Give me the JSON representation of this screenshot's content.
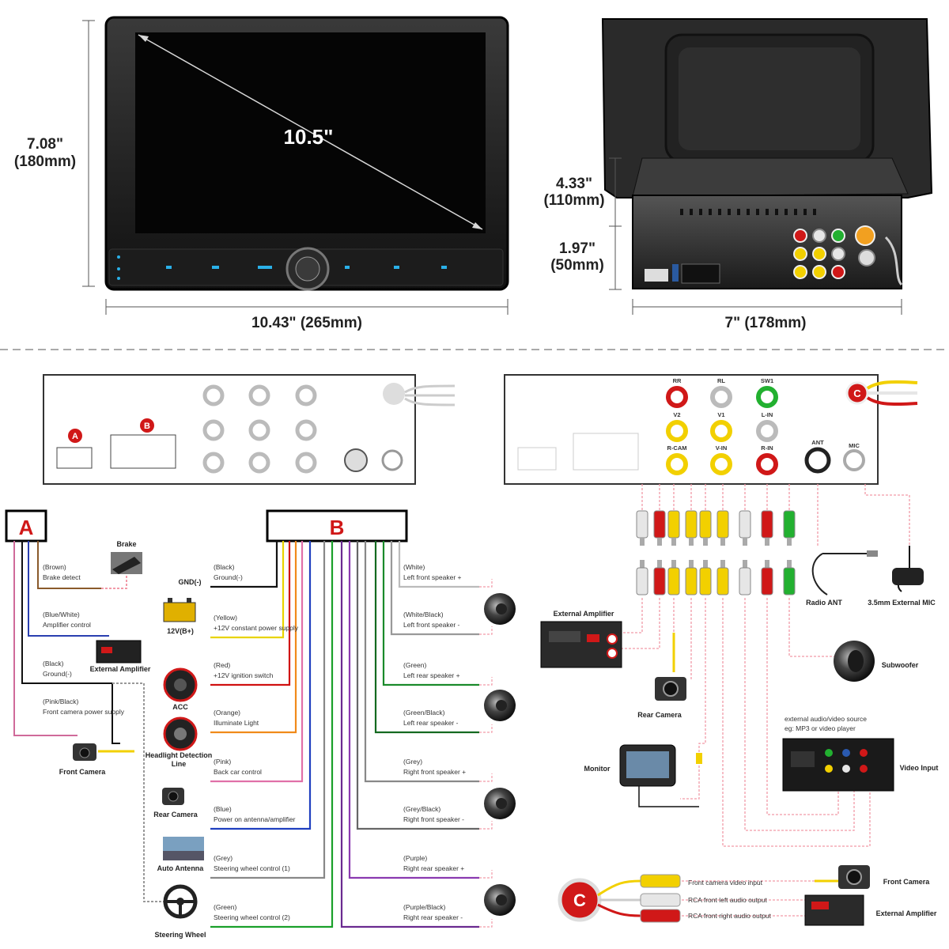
{
  "top": {
    "screen_size": "10.5\"",
    "front_height": "7.08\"",
    "front_height_mm": "(180mm)",
    "front_width": "10.43\" (265mm)",
    "side_total_height": "4.33\"",
    "side_total_height_mm": "(110mm)",
    "side_box_height": "1.97\"",
    "side_box_height_mm": "(50mm)",
    "side_width": "7\" (178mm)"
  },
  "connectors": {
    "a": "A",
    "b": "B",
    "c": "C"
  },
  "rear_ports": {
    "rr": "RR",
    "rl": "RL",
    "sw": "SW1",
    "v2": "V2",
    "v1": "V1",
    "lin": "L-IN",
    "rcam": "R-CAM",
    "vin": "V-IN",
    "rin": "R-IN",
    "ant": "ANT",
    "mic": "MIC"
  },
  "harness_a": [
    {
      "wire": "(Brown)",
      "desc": "Brake detect",
      "color": "#8a5a2b"
    },
    {
      "wire": "(Blue/White)",
      "desc": "Amplifier control",
      "color": "#2a3fb0"
    },
    {
      "wire": "(Black)",
      "desc": "Ground(-)",
      "color": "#111111"
    },
    {
      "wire": "(Pink/Black)",
      "desc": "Front camera power supply",
      "color": "#d06a9a"
    }
  ],
  "harness_a_devices": {
    "brake": "Brake",
    "ext_amp": "External Amplifier",
    "front_cam": "Front Camera"
  },
  "harness_b_left": [
    {
      "wire": "(Black)",
      "desc": "Ground(-)",
      "color": "#111111"
    },
    {
      "wire": "(Yellow)",
      "desc": "+12V constant power supply",
      "color": "#e8d400"
    },
    {
      "wire": "(Red)",
      "desc": "+12V ignition switch",
      "color": "#d01010"
    },
    {
      "wire": "(Orange)",
      "desc": "Illuminate Light",
      "color": "#f08a1a"
    },
    {
      "wire": "(Pink)",
      "desc": "Back car control",
      "color": "#e070a8"
    },
    {
      "wire": "(Blue)",
      "desc": "Power on antenna/amplifier",
      "color": "#1f3fbf"
    },
    {
      "wire": "(Grey)",
      "desc": "Steering wheel control (1)",
      "color": "#888888"
    },
    {
      "wire": "(Green)",
      "desc": "Steering wheel control (2)",
      "color": "#1aa02a"
    }
  ],
  "harness_b_left_devices": {
    "gnd": "GND(-)",
    "v12": "12V(B+)",
    "acc": "ACC",
    "headlight": "Headlight Detection Line",
    "rear_cam": "Rear Camera",
    "auto_ant": "Auto Antenna",
    "steering": "Steering Wheel"
  },
  "harness_b_right": [
    {
      "wire": "(White)",
      "desc": "Left front speaker +",
      "color": "#bbbbbb"
    },
    {
      "wire": "(White/Black)",
      "desc": "Left front speaker -",
      "color": "#999999"
    },
    {
      "wire": "(Green)",
      "desc": "Left rear speaker +",
      "color": "#1a8a2a"
    },
    {
      "wire": "(Green/Black)",
      "desc": "Left rear speaker -",
      "color": "#146a20"
    },
    {
      "wire": "(Grey)",
      "desc": "Right front speaker +",
      "color": "#888888"
    },
    {
      "wire": "(Grey/Black)",
      "desc": "Right front speaker -",
      "color": "#666666"
    },
    {
      "wire": "(Purple)",
      "desc": "Right rear speaker +",
      "color": "#8a3ab0"
    },
    {
      "wire": "(Purple/Black)",
      "desc": "Right rear speaker -",
      "color": "#6a2a90"
    }
  ],
  "rca": {
    "ext_amp": "External Amplifier",
    "rear_cam": "Rear Camera",
    "monitor": "Monitor",
    "radio_ant": "Radio ANT",
    "ext_mic": "3.5mm External MIC",
    "subwoofer": "Subwoofer",
    "video_src_1": "external audio/video source",
    "video_src_2": "eg: MP3 or video player",
    "video_input": "Video Input"
  },
  "c_cable": {
    "line1": "Front camera video input",
    "line2": "RCA front left audio output",
    "line3": "RCA front right audio output",
    "front_cam": "Front Camera",
    "ext_amp": "External Amplifier"
  },
  "colors": {
    "yellow": "#f2d000",
    "red": "#d01818",
    "white": "#e6e6e6",
    "green": "#22b030",
    "pink_line": "#f29aa8"
  }
}
